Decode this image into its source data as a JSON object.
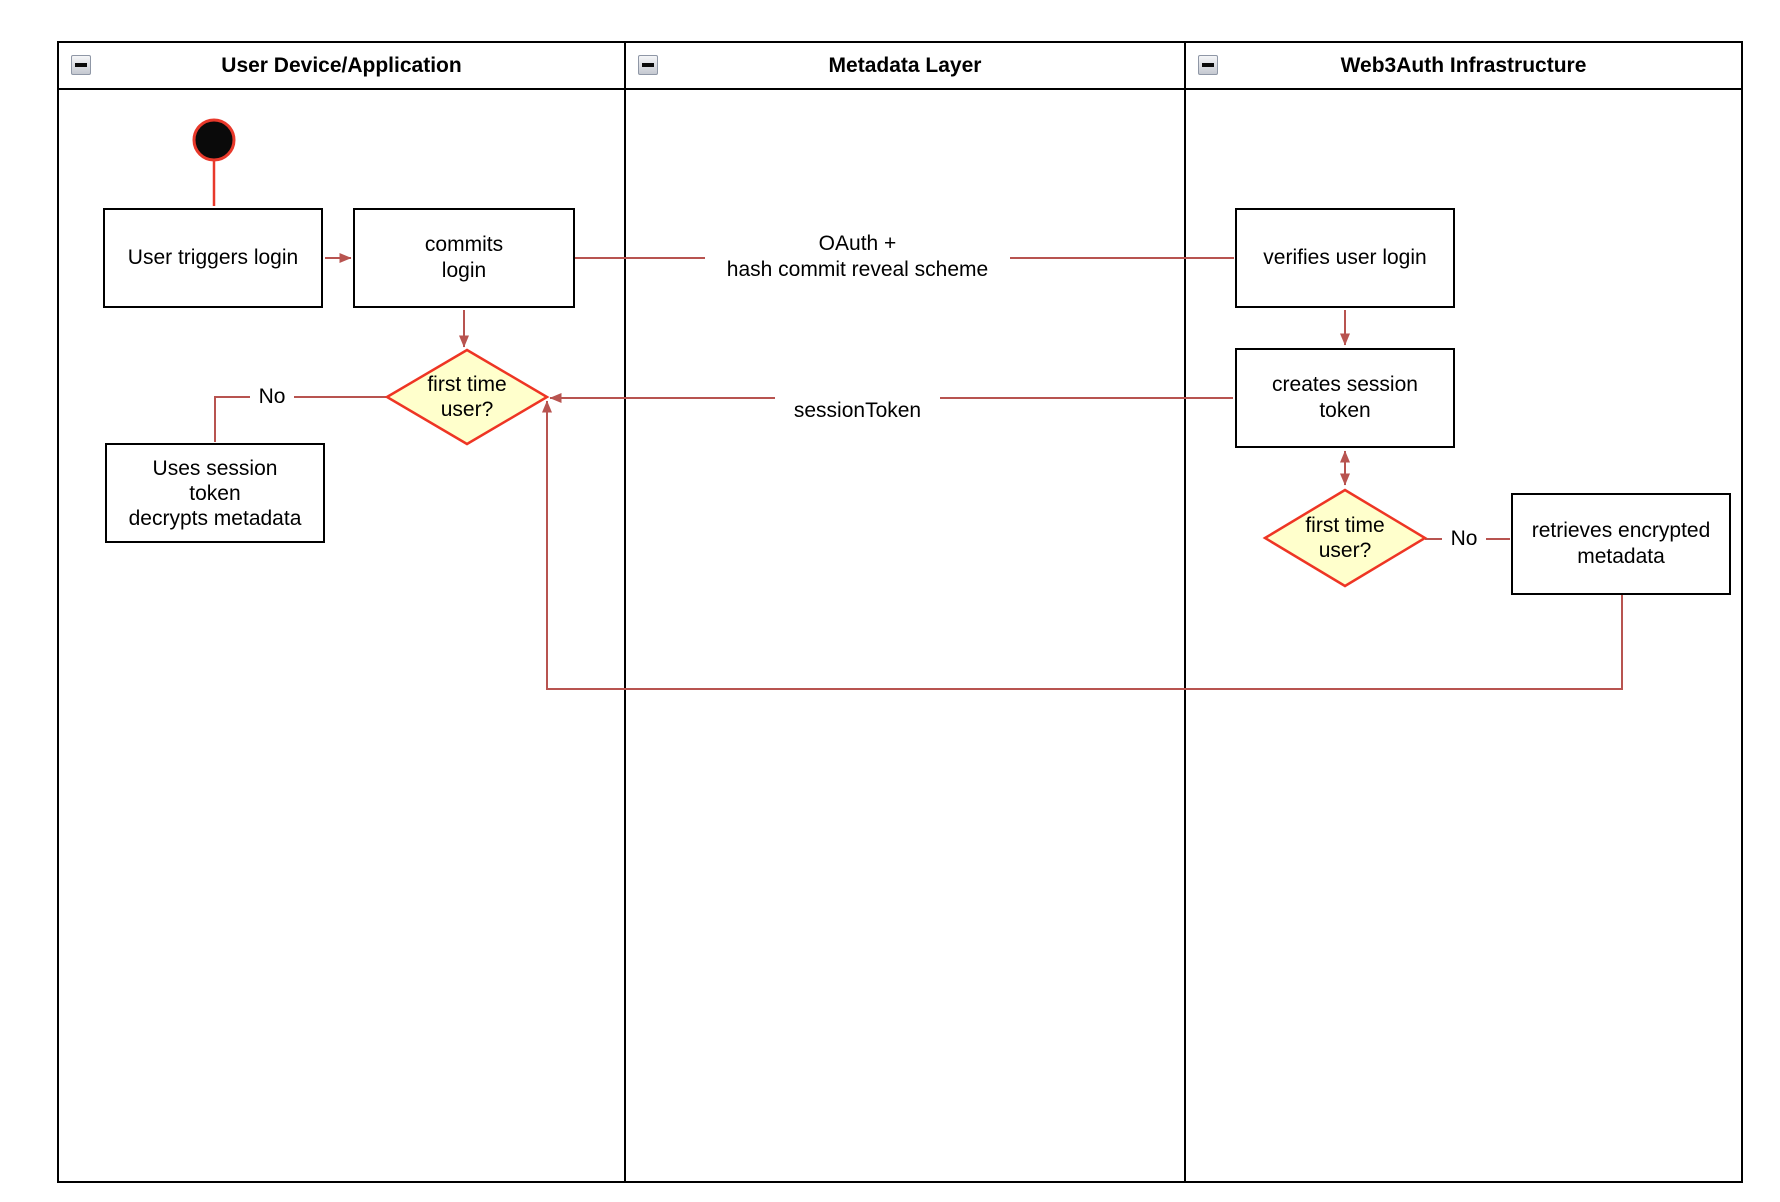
{
  "colors": {
    "connector": "#B85450",
    "shape_red": "#EE3524",
    "diamond_fill": "#FFFFCC",
    "start_red": "#E8392B"
  },
  "lanes": [
    {
      "title": "User Device/Application"
    },
    {
      "title": "Metadata Layer"
    },
    {
      "title": "Web3Auth Infrastructure"
    }
  ],
  "nodes": {
    "user_triggers_login": "User triggers login",
    "commits_login": "commits\nlogin",
    "first_time_user_1": "first time\nuser?",
    "uses_session_token": "Uses session\ntoken\ndecrypts metadata",
    "verifies_user_login": "verifies user login",
    "creates_session_token": "creates session\ntoken",
    "first_time_user_2": "first time\nuser?",
    "retrieves_encrypted_metadata": "retrieves encrypted\nmetadata"
  },
  "edge_labels": {
    "oauth": "OAuth +\nhash commit reveal scheme",
    "session_token": "sessionToken",
    "no_left": "No",
    "no_right": "No"
  }
}
